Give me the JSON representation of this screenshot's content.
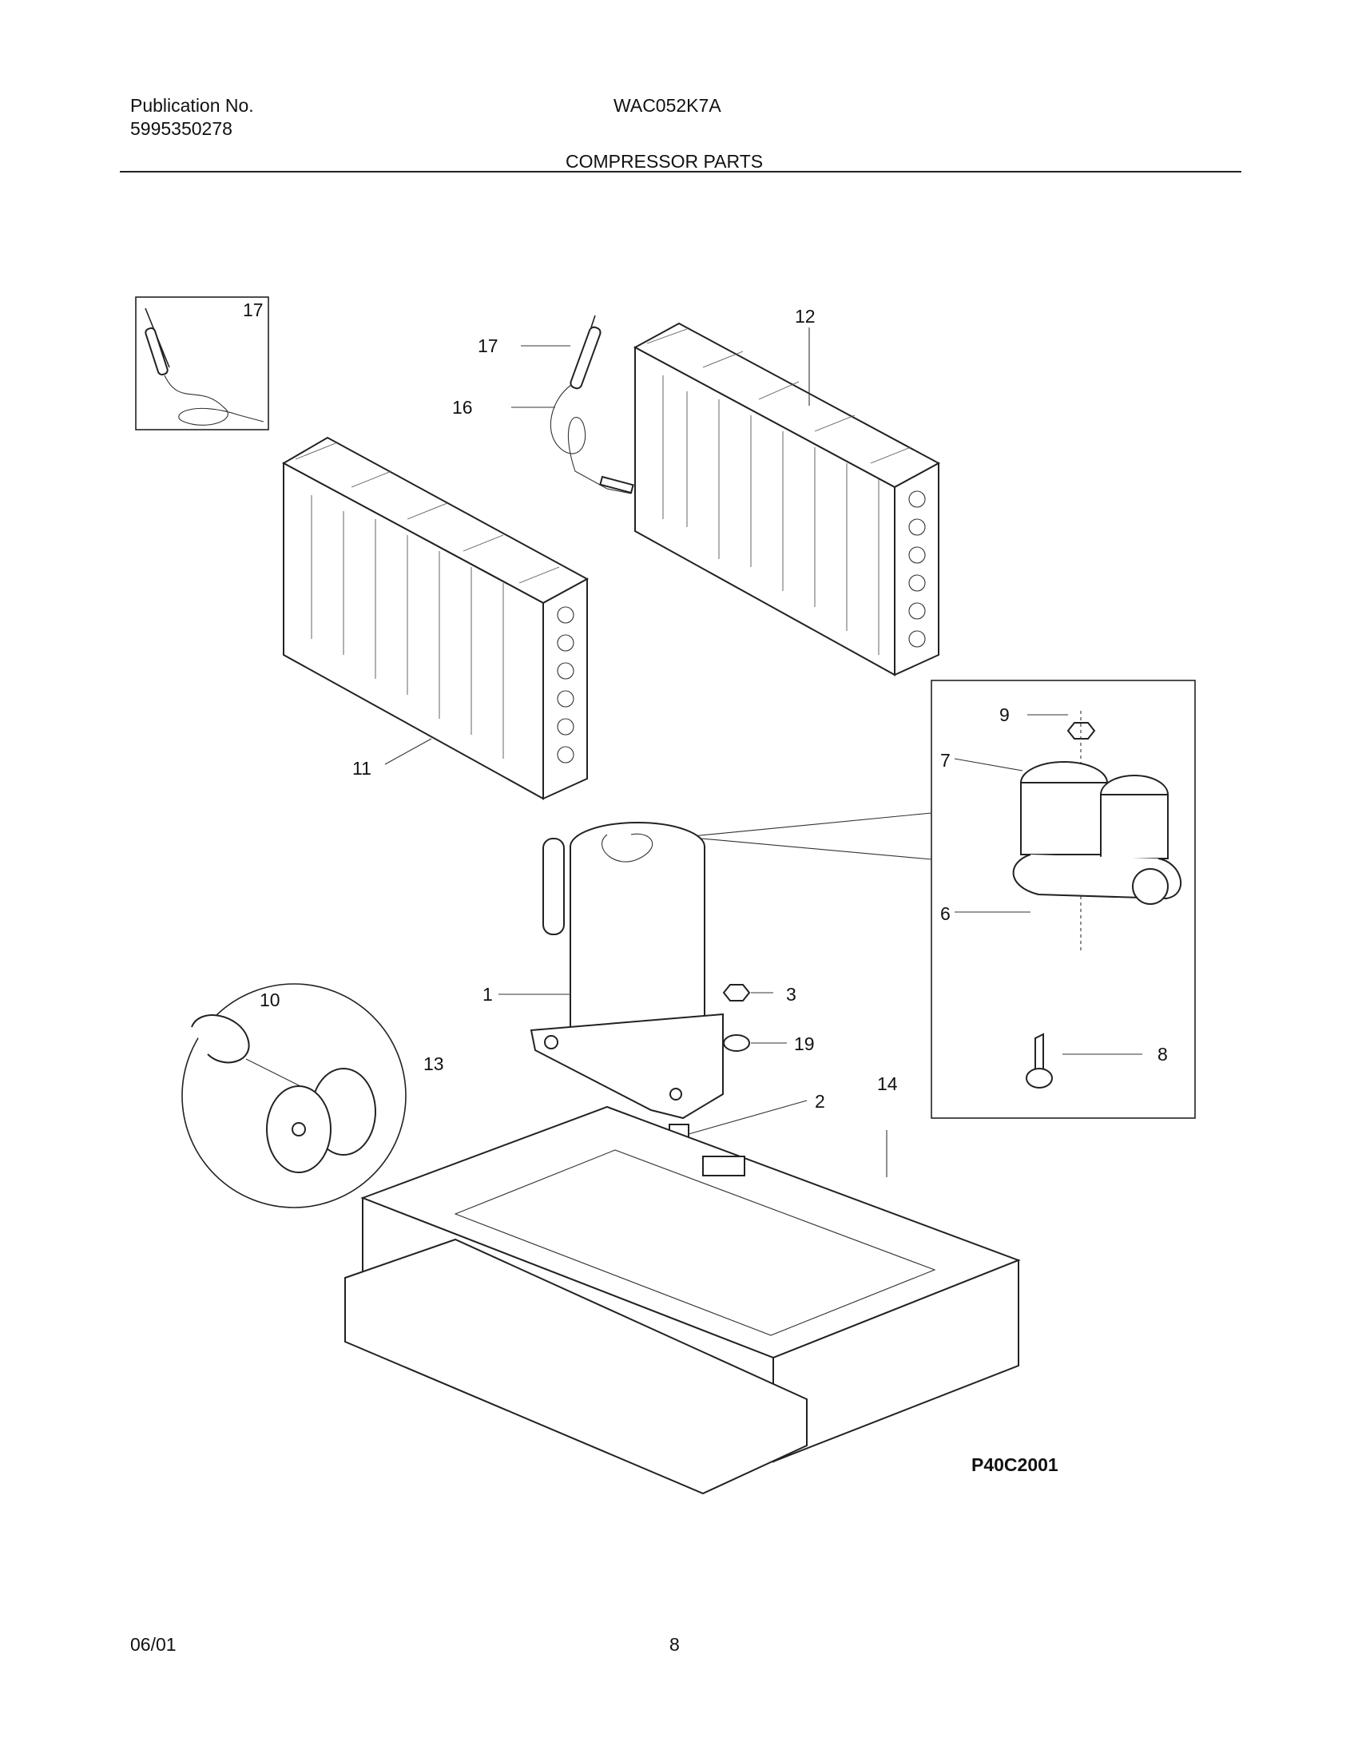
{
  "header": {
    "publication_label": "Publication No.",
    "publication_number": "5995350278",
    "model": "WAC052K7A",
    "section_title": "COMPRESSOR PARTS"
  },
  "diagram": {
    "figure_code": "P40C2001",
    "callouts": {
      "c1": "1",
      "c2": "2",
      "c3": "3",
      "c6": "6",
      "c7": "7",
      "c8": "8",
      "c9": "9",
      "c10": "10",
      "c11": "11",
      "c12": "12",
      "c13": "13",
      "c14": "14",
      "c16": "16",
      "c17a": "17",
      "c17b": "17",
      "c19": "19"
    }
  },
  "footer": {
    "date": "06/01",
    "page_number": "8"
  }
}
